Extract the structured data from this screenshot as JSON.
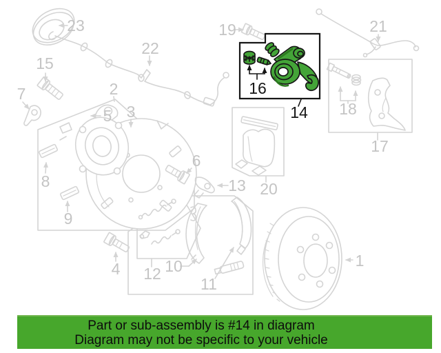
{
  "banner": {
    "line1": "Part or sub-assembly is #14 in diagram",
    "line2": "Diagram may not be specific to your vehicle",
    "background_color": "#47a72c",
    "text_color": "#0d0d0d"
  },
  "diagram": {
    "highlighted_part": "14",
    "line_color": "#d4d4d4",
    "label_color": "#c4c4c4",
    "highlight_fill": "#44a438",
    "highlight_shade": "#2c7a1f",
    "highlight_outline": "#161616",
    "callouts": [
      {
        "label": "1"
      },
      {
        "label": "2"
      },
      {
        "label": "3"
      },
      {
        "label": "4"
      },
      {
        "label": "5"
      },
      {
        "label": "6"
      },
      {
        "label": "7"
      },
      {
        "label": "8"
      },
      {
        "label": "9"
      },
      {
        "label": "10"
      },
      {
        "label": "11"
      },
      {
        "label": "12"
      },
      {
        "label": "13"
      },
      {
        "label": "14"
      },
      {
        "label": "15"
      },
      {
        "label": "16"
      },
      {
        "label": "17"
      },
      {
        "label": "18"
      },
      {
        "label": "19"
      },
      {
        "label": "20"
      },
      {
        "label": "21"
      },
      {
        "label": "22"
      },
      {
        "label": "23"
      }
    ]
  }
}
